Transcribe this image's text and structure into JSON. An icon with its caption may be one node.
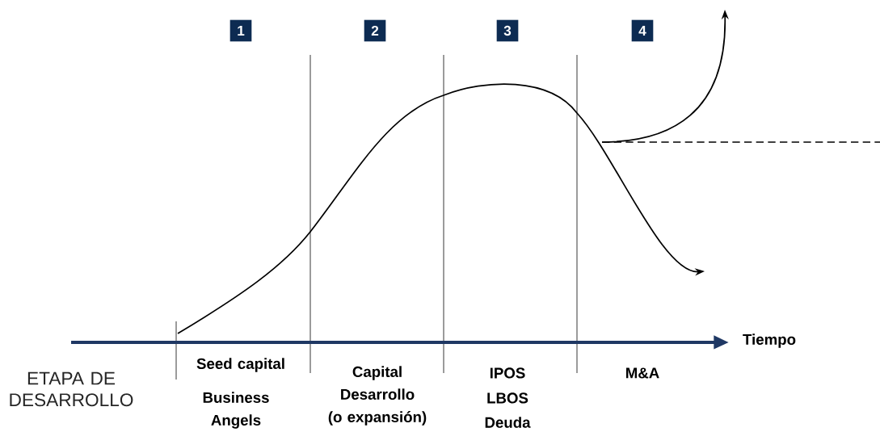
{
  "diagram": {
    "nodes": [
      {
        "text": [
          "1"
        ]
      },
      {
        "text": [
          "2"
        ]
      },
      {
        "text": [
          "3"
        ]
      },
      {
        "text": [
          "4"
        ]
      }
    ],
    "labels": [
      "Tiempo",
      "ETAPA DE DESARROLLO",
      "Seed capital",
      "Business Angels",
      "Capital Desarrollo (o expansión)",
      "IPOS",
      "LBOS",
      "Deuda",
      "M&A"
    ]
  }
}
